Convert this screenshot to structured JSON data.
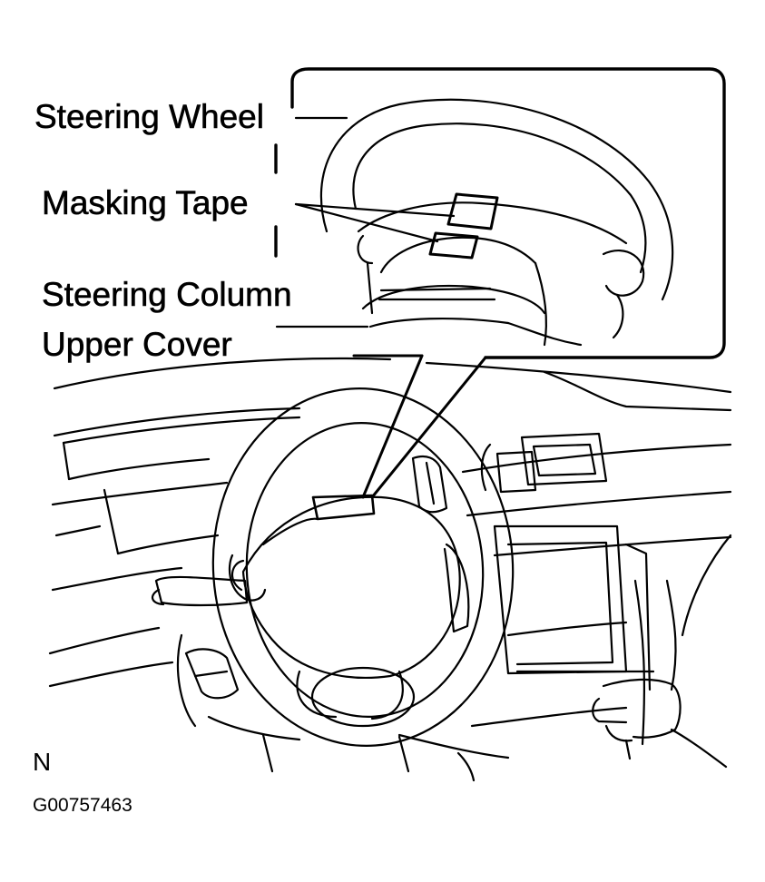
{
  "labels": {
    "steering_wheel": "Steering Wheel",
    "masking_tape": "Masking Tape",
    "steering_column_line1": "Steering Column",
    "steering_column_line2": "Upper Cover"
  },
  "footer": {
    "view_code": "N",
    "figure_id": "G00757463"
  },
  "colors": {
    "line": "#000000",
    "background": "#ffffff"
  }
}
